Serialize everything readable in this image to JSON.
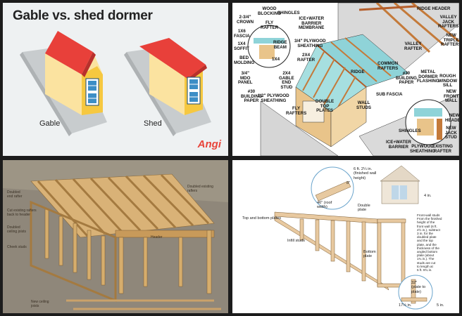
{
  "panel_gable_vs_shed": {
    "title": "Gable vs. shed dormer",
    "gable_label": "Gable",
    "shed_label": "Shed",
    "brand": "Angi"
  },
  "panel_framing_detail": {
    "labels": {
      "crown": "2-3/4\"\nCROWN",
      "fascia_1x6": "1X6\nFASCIA",
      "soffit_1x4": "1X4\nSOFFIT",
      "bed_molding": "BED\nMOLDING",
      "mdo_panel": "3/4\"\nMDO\nPANEL",
      "building_paper_left": "#30\nBUILDING\nPAPER",
      "wood_blocking": "WOOD\nBLOCKING",
      "fly_rafter_top": "FLY\nRAFTER",
      "shingles_top": "SHINGLES",
      "ridge_beam": "RIDGE\nBEAM",
      "ice_water_top": "ICE+WATER\nBARRIER\nMEMBRANE",
      "plywood_top": "3/4\" PLYWOOD\nSHEATHING",
      "rafter_2x4": "2X4\nRAFTER",
      "gable_end_stud": "2X4\nGABLE\nEND\nSTUD",
      "plywood_half": "1/2\" PLYWOOD\nSHEATHING",
      "stud_1x4": "1X4",
      "fly_rafters_bottom": "FLY\nRAFTERS",
      "double_top_plates": "DOUBLE\nTOP\nPLATES",
      "ridge": "RIDGE",
      "common_rafters": "COMMON\nRAFTERS",
      "sub_fascia": "SUB FASCIA",
      "wall_studs": "WALL\nSTUDS",
      "ridge_header": "RIDGE HEADER",
      "valley_jack": "VALLEY\nJACK\nRAFTERS",
      "new_triple": "NEW\nTRIPLE\nRAFTERS",
      "valley_rafter": "VALLEY\nRAFTER",
      "building_paper_right": "#30\nBUILDING\nPAPER",
      "metal_flashing": "METAL\nDORMER\nFLASHING",
      "rough_sill": "ROUGH\nWINDOW\nSILL",
      "new_front_wall": "NEW\nFRONT\nWALL",
      "shingles_bottom": "SHINGLES",
      "ice_water_bottom": "ICE+WATER\nBARRIER",
      "plywood_bottom": "PLYWOOD\nSHEATHING",
      "existing_rafter": "EXISTING\nRAFTER",
      "new_header": "NEW\nHEADER",
      "new_jack": "NEW\nJACK\nSTUD"
    }
  },
  "panel_shed_framing_photo": {
    "labels": {
      "doubled_rafter": "Doubled\nend rafter",
      "cut_rafters": "Cut existing rafters\nback to header",
      "header": "Header",
      "doubled_joists": "Doubled\nceiling joists",
      "cheek_studs": "Cheek studs",
      "doubled_rafters_side": "Doubled existing\nrafters",
      "new_ceiling": "New ceiling\njoists"
    }
  },
  "panel_wall_layout": {
    "labels": {
      "top_bottom_plates": "Top and bottom plates",
      "infill_studs": "Infill studs",
      "front_wall_studs": "Front-wall studs\nFrom the finished\nheight of the\nfront wall (6 ft.\n2½ in.), subtract\n3 in. for the\ndoubled plate\nand the top\nplate, and the\nthickness of the\nangled bottom\nplate (about\n1¾ in.). The\nstuds are cut\nto length at\n5 ft. 9¾ in.",
      "bottom_plate": "Bottom\nplate",
      "double_plate": "Double\nplate",
      "slope_46": "46\" (roof\nwidth)",
      "rise_8": "8\"",
      "callout_top": "6 ft. 2¼ in.\n(finished wall\nheight)",
      "dim_4": "4 in.",
      "dim_32": "32\"\n(plate to\nplate)",
      "dim_17": "17½ in.",
      "dim_5": "5 in."
    }
  }
}
